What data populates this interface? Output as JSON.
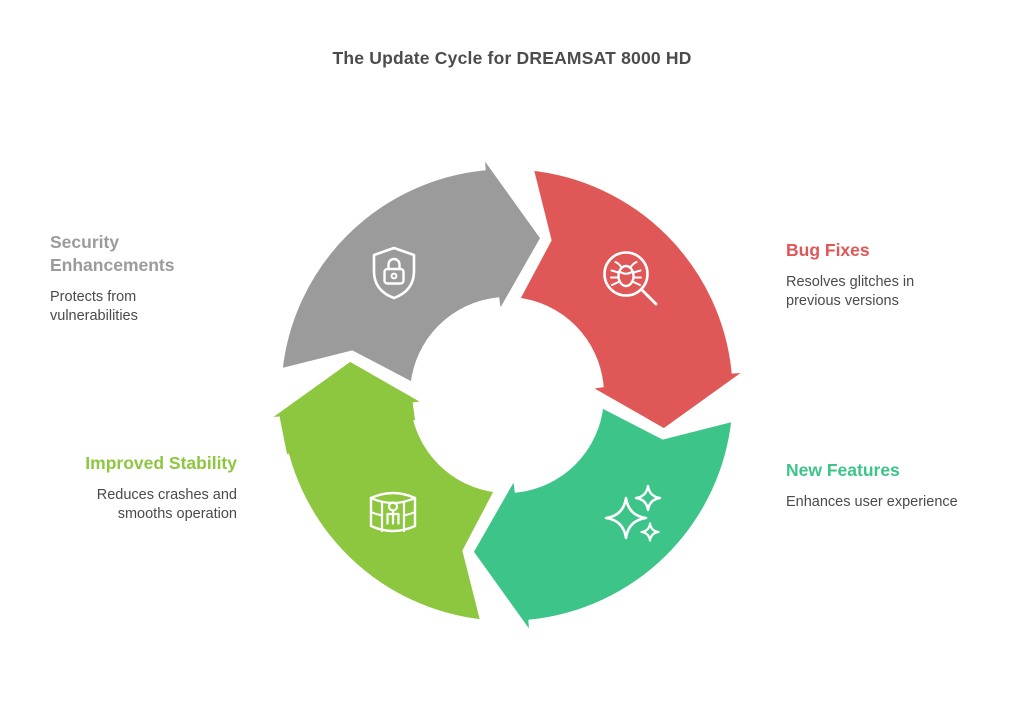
{
  "title": "The Update Cycle for DREAMSAT 8000 HD",
  "colors": {
    "gray": "#9b9b9b",
    "red": "#e05757",
    "green": "#3dc488",
    "light_green": "#8dc63f",
    "heading_text": "#4c4c4c",
    "body_text": "#4a4a4a",
    "icon_stroke": "#ffffff"
  },
  "items": [
    {
      "id": "security-enhancements",
      "label": "Security Enhancements",
      "description": "Protects from vulnerabilities",
      "color": "#9b9b9b",
      "icon": "shield-lock-icon"
    },
    {
      "id": "bug-fixes",
      "label": "Bug Fixes",
      "description": "Resolves glitches in previous versions",
      "color": "#e05757",
      "icon": "bug-magnifier-icon"
    },
    {
      "id": "new-features",
      "label": "New Features",
      "description": "Enhances user experience",
      "color": "#3dc488",
      "icon": "sparkles-icon"
    },
    {
      "id": "improved-stability",
      "label": "Improved Stability",
      "description": "Reduces crashes and smooths operation",
      "color": "#8dc63f",
      "icon": "panorama-person-icon"
    }
  ]
}
